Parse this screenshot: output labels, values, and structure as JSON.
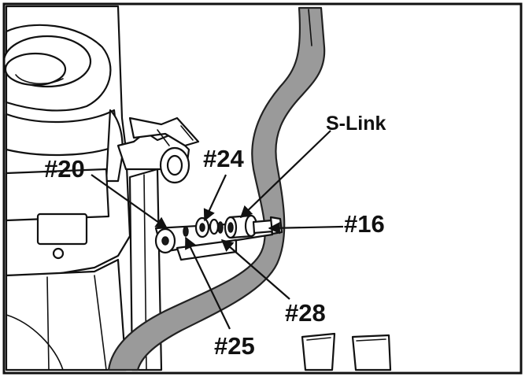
{
  "callouts": {
    "s_link": "S-Link",
    "part_20": "#20",
    "part_24": "#24",
    "part_16": "#16",
    "part_28": "#28",
    "part_25": "#25"
  },
  "colors": {
    "background": "#ffffff",
    "outline": "#111111",
    "tube_fill": "#9a9a9a",
    "hardware_dark": "#1a1a1a"
  }
}
